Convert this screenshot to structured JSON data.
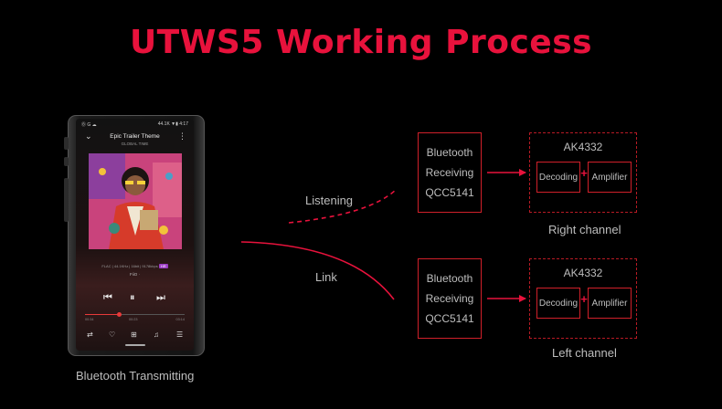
{
  "title": "UTWS5 Working Process",
  "player": {
    "status_left": "Ⓑ G ☁",
    "status_right": "44.1K ▼▮ 4:17",
    "track_title": "Epic Trailer Theme",
    "track_artist": "GLOBAL TIME",
    "codec_text": "FLAC | 44.1KHz | 16bit | 9178kbps",
    "codec_badge": "HR",
    "filter_text": "FiiO ·",
    "elapsed": "00:34",
    "center_time": "00:23",
    "total": "03:14",
    "progress": 0.34,
    "caption": "Bluetooth Transmitting"
  },
  "links": {
    "listening": "Listening",
    "link": "Link"
  },
  "right_chain": {
    "bt_lines": [
      "Bluetooth",
      "Receiving",
      "QCC5141"
    ],
    "ak_label": "AK4332",
    "decoding": "Decoding",
    "plus": "+",
    "amplifier": "Amplifier",
    "caption": "Right channel"
  },
  "left_chain": {
    "bt_lines": [
      "Bluetooth",
      "Receiving",
      "QCC5141"
    ],
    "ak_label": "AK4332",
    "decoding": "Decoding",
    "plus": "+",
    "amplifier": "Amplifier",
    "caption": "Left channel"
  },
  "colors": {
    "accent": "#e8123c",
    "box_border": "#d0202a",
    "text": "#bdbdbd",
    "background": "#000000"
  },
  "icons": {
    "collapse": "chevron-down-icon",
    "menu": "more-vert-icon",
    "prev": "skip-previous-icon",
    "pause": "pause-icon",
    "next": "skip-next-icon",
    "shuffle": "shuffle-icon",
    "favorite": "heart-icon",
    "add": "add-box-icon",
    "artist": "person-music-icon",
    "playlist": "queue-icon"
  }
}
